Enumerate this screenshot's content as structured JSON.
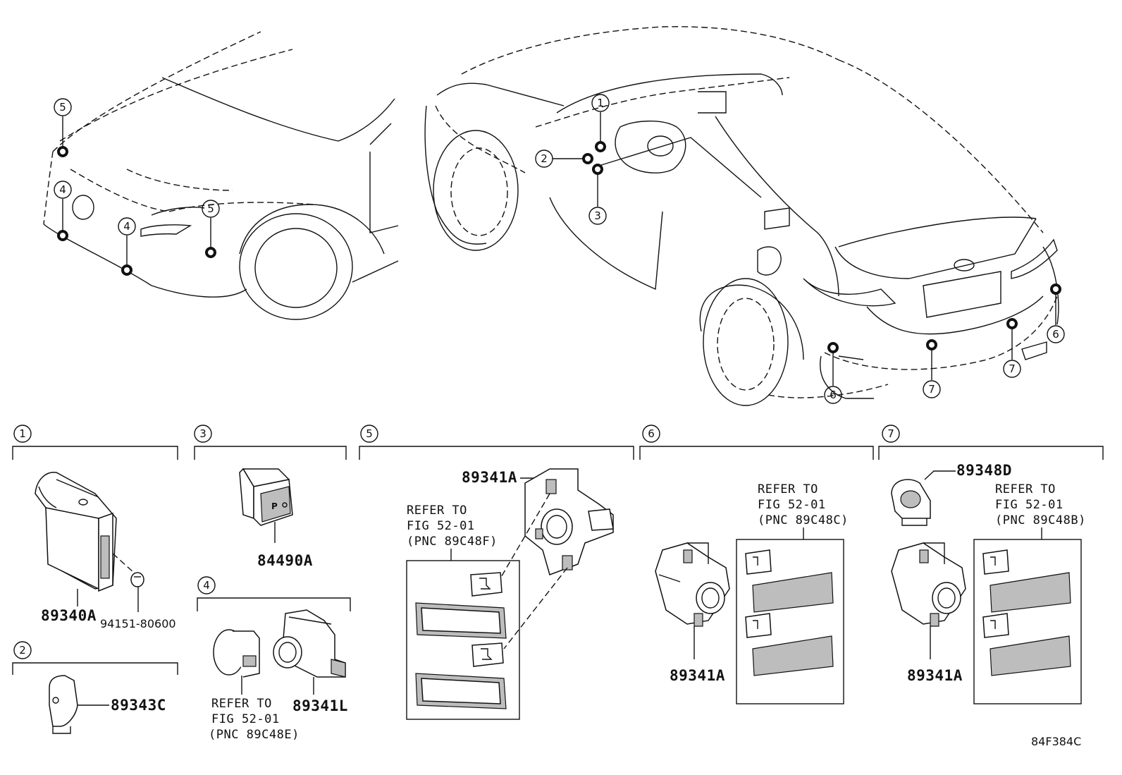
{
  "diagram": {
    "figure_code": "84F384C",
    "callouts": [
      "1",
      "2",
      "3",
      "4",
      "5",
      "6",
      "7"
    ],
    "sections": [
      {
        "id": "1",
        "parts": [
          "89340A",
          "94151-80600"
        ]
      },
      {
        "id": "2",
        "parts": [
          "89343C"
        ]
      },
      {
        "id": "3",
        "parts": [
          "84490A"
        ]
      },
      {
        "id": "4",
        "parts": [
          "89341L"
        ],
        "refer": [
          "REFER TO",
          "FIG 52-01",
          "(PNC 89C48E)"
        ]
      },
      {
        "id": "5",
        "parts": [
          "89341A"
        ],
        "refer": [
          "REFER TO",
          "FIG 52-01",
          "(PNC 89C48F)"
        ]
      },
      {
        "id": "6",
        "parts": [
          "89341A"
        ],
        "refer": [
          "REFER TO",
          "FIG 52-01",
          "(PNC 89C48C)"
        ]
      },
      {
        "id": "7",
        "parts": [
          "89348D",
          "89341A"
        ],
        "refer": [
          "REFER TO",
          "FIG 52-01",
          "(PNC 89C48B)"
        ]
      }
    ],
    "switch_label": "P"
  }
}
